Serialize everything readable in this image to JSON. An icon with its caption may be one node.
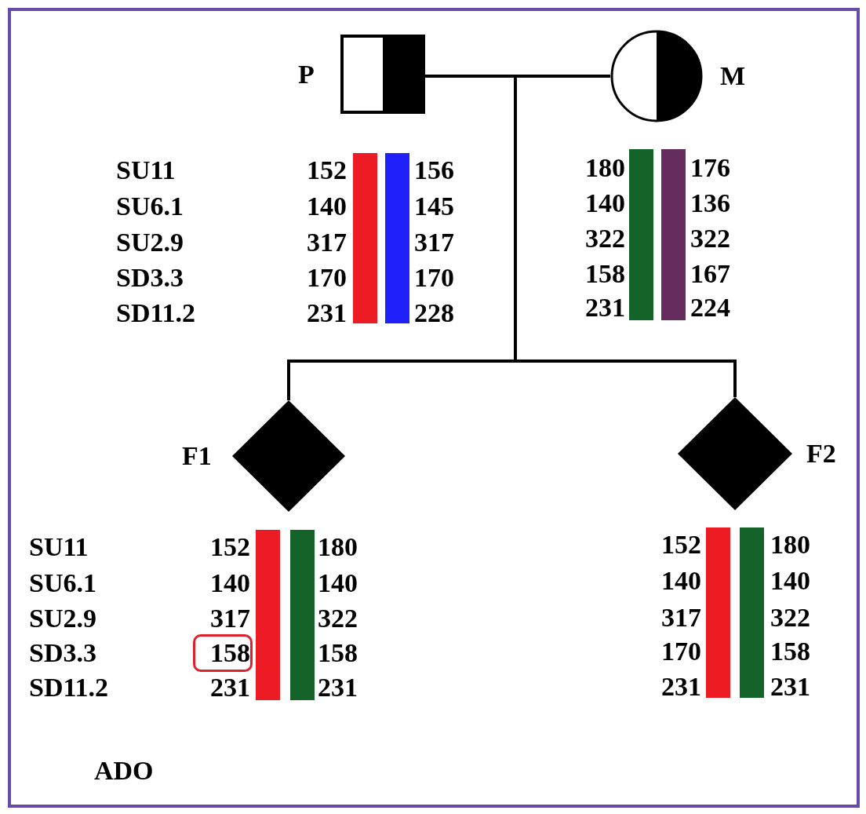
{
  "diagram": {
    "nodes": [
      {
        "text": [
          "P"
        ]
      },
      {
        "text": [
          "M"
        ]
      },
      {
        "text": [
          "F1"
        ]
      },
      {
        "text": [
          "F2"
        ]
      },
      {
        "text": [],
        "shape": "bar"
      },
      {
        "text": [],
        "shape": "bar"
      },
      {
        "text": [],
        "shape": "bar"
      },
      {
        "text": [],
        "shape": "bar"
      },
      {
        "text": [],
        "shape": "bar"
      },
      {
        "text": [],
        "shape": "bar"
      },
      {
        "text": [],
        "shape": "bar"
      },
      {
        "text": [],
        "shape": "bar"
      }
    ],
    "edges": [
      {
        "from": 0,
        "to": 1,
        "arrow": "none"
      },
      {
        "from": null,
        "to": 2,
        "arrow": "none"
      },
      {
        "from": null,
        "to": 3,
        "arrow": "none"
      }
    ],
    "labels": [
      "SU11",
      "152",
      "156",
      "SU6.1",
      "140",
      "145",
      "SU2.9",
      "317",
      "317",
      "SD3.3",
      "170",
      "170",
      "SD11.2",
      "231",
      "228",
      "180",
      "176",
      "140",
      "136",
      "322",
      "322",
      "158",
      "167",
      "231",
      "224",
      "SU11",
      "152",
      "180",
      "SU6.1",
      "140",
      "140",
      "SU2.9",
      "317",
      "322",
      "SD3.3",
      "158",
      "158",
      "SD11.2",
      "231",
      "231",
      "152",
      "180",
      "140",
      "140",
      "317",
      "322",
      "170",
      "158",
      "231",
      "231",
      "ADO"
    ]
  }
}
